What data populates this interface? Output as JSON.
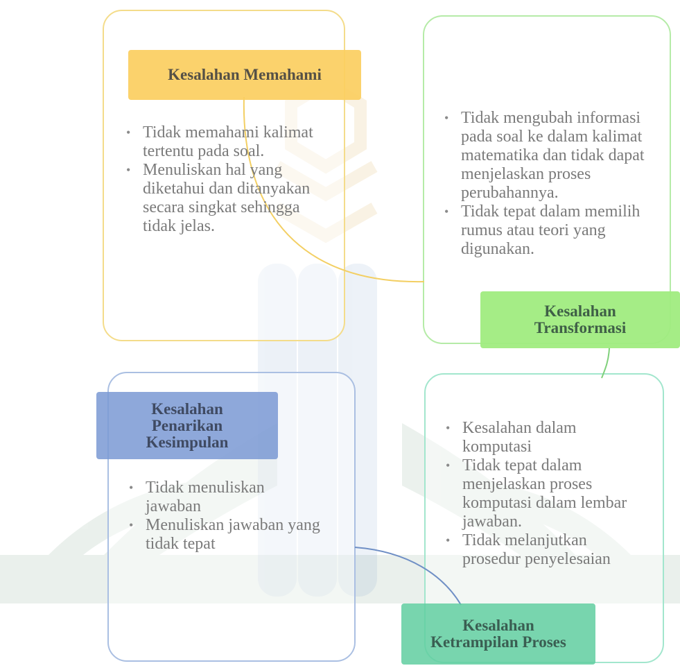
{
  "diagram": {
    "memahami": {
      "title": "Kesalahan Memahami",
      "items": [
        "Tidak memahami kalimat tertentu pada soal.",
        "Menuliskan hal yang diketahui dan ditanyakan secara singkat sehingga tidak jelas."
      ],
      "color": "#fbce5f"
    },
    "transformasi": {
      "title_line1": "Kesalahan",
      "title_line2": "Transformasi",
      "items": [
        "Tidak mengubah informasi pada soal ke dalam kalimat matematika dan tidak dapat menjelaskan proses perubahannya.",
        "Tidak tepat dalam memilih rumus atau teori yang digunakan."
      ],
      "color": "#a0ec80"
    },
    "penarikan": {
      "title_line1": "Kesalahan",
      "title_line2": "Penarikan",
      "title_line3": "Kesimpulan",
      "items": [
        "Tidak menuliskan jawaban",
        "Menuliskan jawaban yang tidak tepat"
      ],
      "color": "#7a99d4"
    },
    "proses": {
      "title_line1": "Kesalahan",
      "title_line2": "Ketrampilan Proses",
      "items": [
        "Kesalahan dalam komputasi",
        "Tidak tepat dalam menjelaskan proses komputasi dalam lembar jawaban.",
        "Tidak melanjutkan prosedur penyelesaian"
      ],
      "color": "#60cea0"
    }
  }
}
